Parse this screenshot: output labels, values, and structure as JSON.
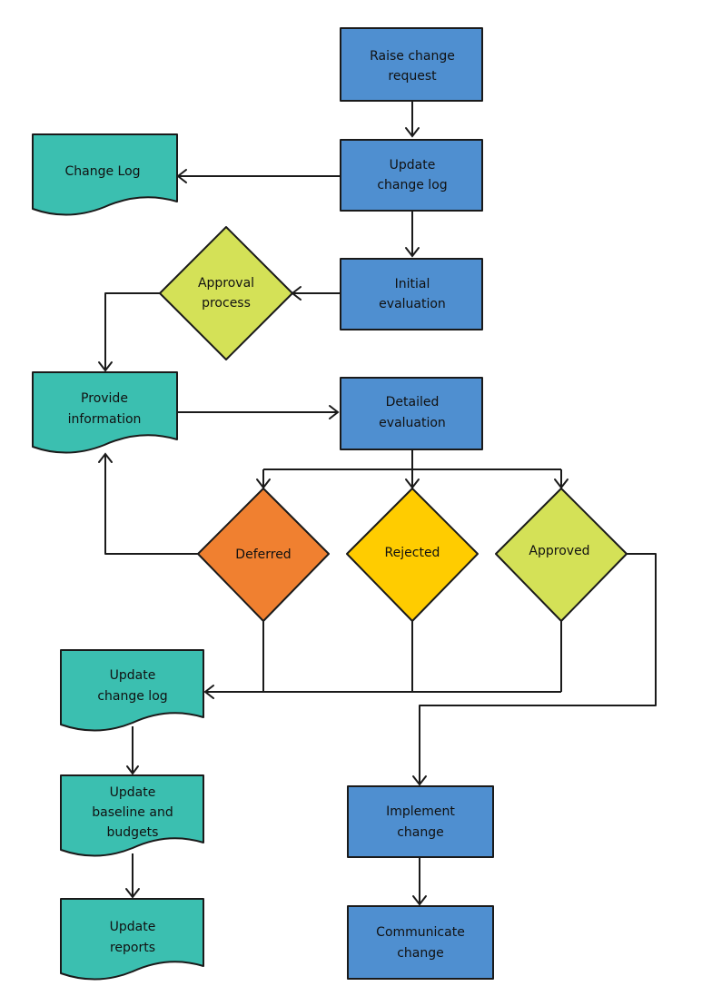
{
  "colors": {
    "process": "#4f8fd0",
    "document": "#3bbfb0",
    "decision_green": "#d4e157",
    "decision_orange": "#f08030",
    "decision_yellow": "#ffcc00",
    "stroke": "#1a1a1a"
  },
  "nodes": {
    "raise_change_request": {
      "line1": "Raise change",
      "line2": "request"
    },
    "update_change_log_top": {
      "line1": "Update",
      "line2": "change log"
    },
    "change_log": {
      "line1": "Change Log"
    },
    "initial_evaluation": {
      "line1": "Initial",
      "line2": "evaluation"
    },
    "approval_process": {
      "line1": "Approval",
      "line2": "process"
    },
    "provide_information": {
      "line1": "Provide",
      "line2": "information"
    },
    "detailed_evaluation": {
      "line1": "Detailed",
      "line2": "evaluation"
    },
    "deferred": {
      "line1": "Deferred"
    },
    "rejected": {
      "line1": "Rejected"
    },
    "approved": {
      "line1": "Approved"
    },
    "update_change_log_bottom": {
      "line1": "Update",
      "line2": "change log"
    },
    "update_baseline": {
      "line1": "Update",
      "line2": "baseline and",
      "line3": "budgets"
    },
    "update_reports": {
      "line1": "Update",
      "line2": "reports"
    },
    "implement_change": {
      "line1": "Implement",
      "line2": "change"
    },
    "communicate_change": {
      "line1": "Communicate",
      "line2": "change"
    }
  }
}
